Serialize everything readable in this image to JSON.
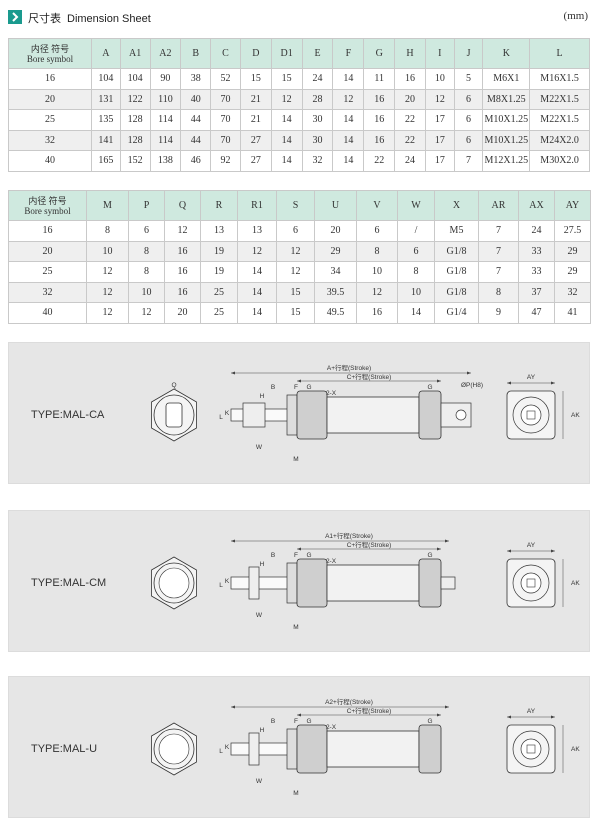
{
  "header": {
    "title_cn": "尺寸表",
    "title_en": "Dimension Sheet",
    "unit": "(mm)"
  },
  "table1": {
    "bore_header": [
      "内径 符号",
      "Bore symbol"
    ],
    "columns": [
      "A",
      "A1",
      "A2",
      "B",
      "C",
      "D",
      "D1",
      "E",
      "F",
      "G",
      "H",
      "I",
      "J",
      "K",
      "L"
    ],
    "rows": [
      [
        "16",
        "104",
        "104",
        "90",
        "38",
        "52",
        "15",
        "15",
        "24",
        "14",
        "11",
        "16",
        "10",
        "5",
        "M6X1",
        "M16X1.5"
      ],
      [
        "20",
        "131",
        "122",
        "110",
        "40",
        "70",
        "21",
        "12",
        "28",
        "12",
        "16",
        "20",
        "12",
        "6",
        "M8X1.25",
        "M22X1.5"
      ],
      [
        "25",
        "135",
        "128",
        "114",
        "44",
        "70",
        "21",
        "14",
        "30",
        "14",
        "16",
        "22",
        "17",
        "6",
        "M10X1.25",
        "M22X1.5"
      ],
      [
        "32",
        "141",
        "128",
        "114",
        "44",
        "70",
        "27",
        "14",
        "30",
        "14",
        "16",
        "22",
        "17",
        "6",
        "M10X1.25",
        "M24X2.0"
      ],
      [
        "40",
        "165",
        "152",
        "138",
        "46",
        "92",
        "27",
        "14",
        "32",
        "14",
        "22",
        "24",
        "17",
        "7",
        "M12X1.25",
        "M30X2.0"
      ]
    ]
  },
  "table2": {
    "bore_header": [
      "内径 符号",
      "Bore symbol"
    ],
    "columns": [
      "M",
      "P",
      "Q",
      "R",
      "R1",
      "S",
      "U",
      "V",
      "W",
      "X",
      "AR",
      "AX",
      "AY"
    ],
    "rows": [
      [
        "16",
        "8",
        "6",
        "12",
        "13",
        "13",
        "6",
        "20",
        "6",
        "/",
        "M5",
        "7",
        "24",
        "27.5"
      ],
      [
        "20",
        "10",
        "8",
        "16",
        "19",
        "12",
        "12",
        "29",
        "8",
        "6",
        "G1/8",
        "7",
        "33",
        "29"
      ],
      [
        "25",
        "12",
        "8",
        "16",
        "19",
        "14",
        "12",
        "34",
        "10",
        "8",
        "G1/8",
        "7",
        "33",
        "29"
      ],
      [
        "32",
        "12",
        "10",
        "16",
        "25",
        "14",
        "15",
        "39.5",
        "12",
        "10",
        "G1/8",
        "8",
        "37",
        "32"
      ],
      [
        "40",
        "12",
        "12",
        "20",
        "25",
        "14",
        "15",
        "49.5",
        "16",
        "14",
        "G1/4",
        "9",
        "47",
        "41"
      ]
    ]
  },
  "drawings": [
    {
      "type": "TYPE:MAL-CA",
      "labels": {
        "overall": "A+行程(Stroke)",
        "body": "C+行程(Stroke)",
        "port": "ØP(H8)",
        "q": "Q",
        "ay": "AY",
        "ak": "AK"
      }
    },
    {
      "type": "TYPE:MAL-CM",
      "labels": {
        "overall": "A1+行程(Stroke)",
        "body": "C+行程(Stroke)",
        "ay": "AY",
        "ak": "AK"
      }
    },
    {
      "type": "TYPE:MAL-U",
      "labels": {
        "overall": "A2+行程(Stroke)",
        "body": "C+行程(Stroke)",
        "ay": "AY",
        "ak": "AK"
      }
    }
  ],
  "dim_letters": [
    "B",
    "E",
    "F",
    "G",
    "G2",
    "2-X",
    "H",
    "I",
    "J",
    "K",
    "L",
    "M",
    "W",
    "S",
    "D",
    "R",
    "R1",
    "U",
    "V"
  ],
  "colors": {
    "accent": "#1a9a8e",
    "header_fill": "#cfe9df",
    "row_alt": "#efefef",
    "panel_bg": "#e6e6e6"
  }
}
